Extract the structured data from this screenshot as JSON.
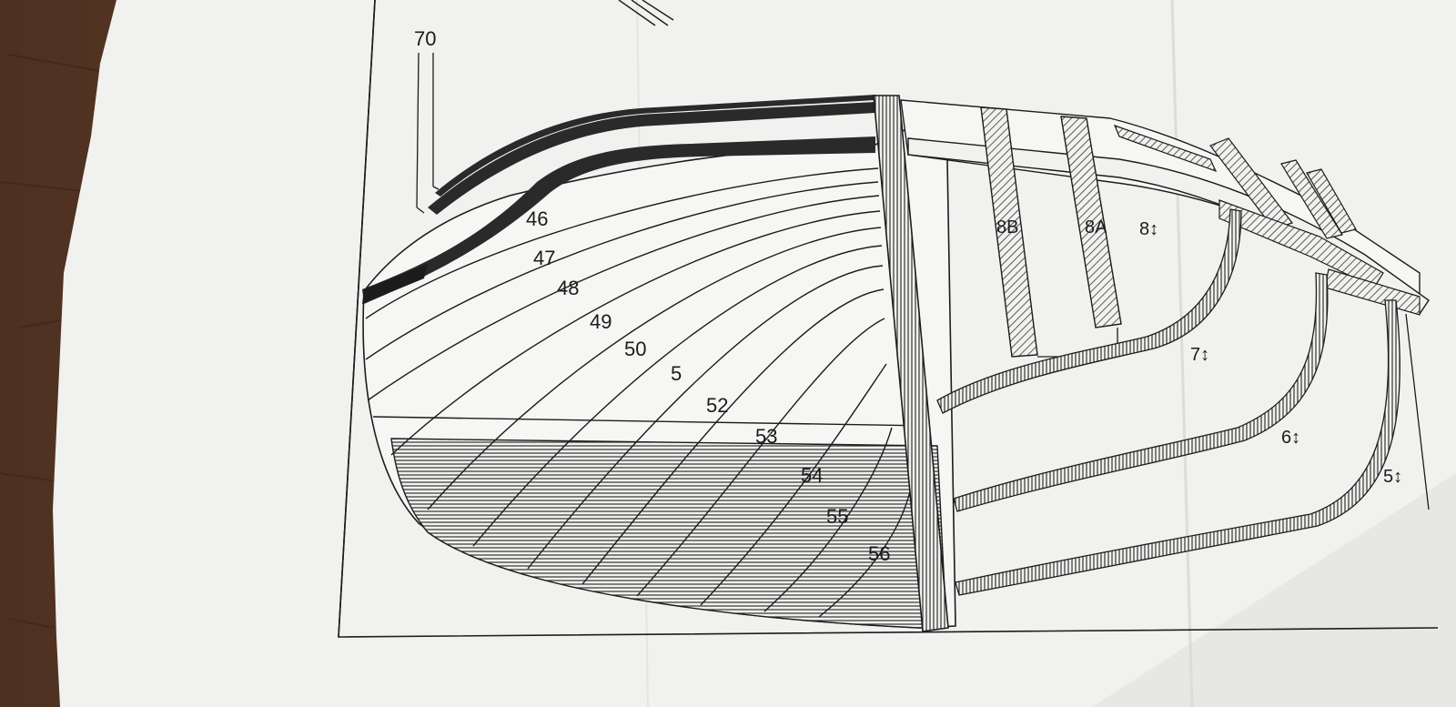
{
  "photo": {
    "subject": "ship model plan sheet on wooden table",
    "colors": {
      "table": "#5a3a28",
      "paper": "#f1f1ef",
      "ink": "#1c1c1c",
      "hatch": "#333333"
    }
  },
  "drawing": {
    "part_labels": {
      "p70": "70",
      "p46": "46",
      "p47": "47",
      "p48": "48",
      "p49": "49",
      "p50": "50",
      "p51": "5",
      "p52": "52",
      "p53": "53",
      "p54": "54",
      "p55": "55",
      "p56": "56",
      "f8b": "8B",
      "f8a": "8A",
      "f8": "8↕",
      "f7": "7↕",
      "f6": "6↕",
      "f5": "5↕"
    }
  }
}
